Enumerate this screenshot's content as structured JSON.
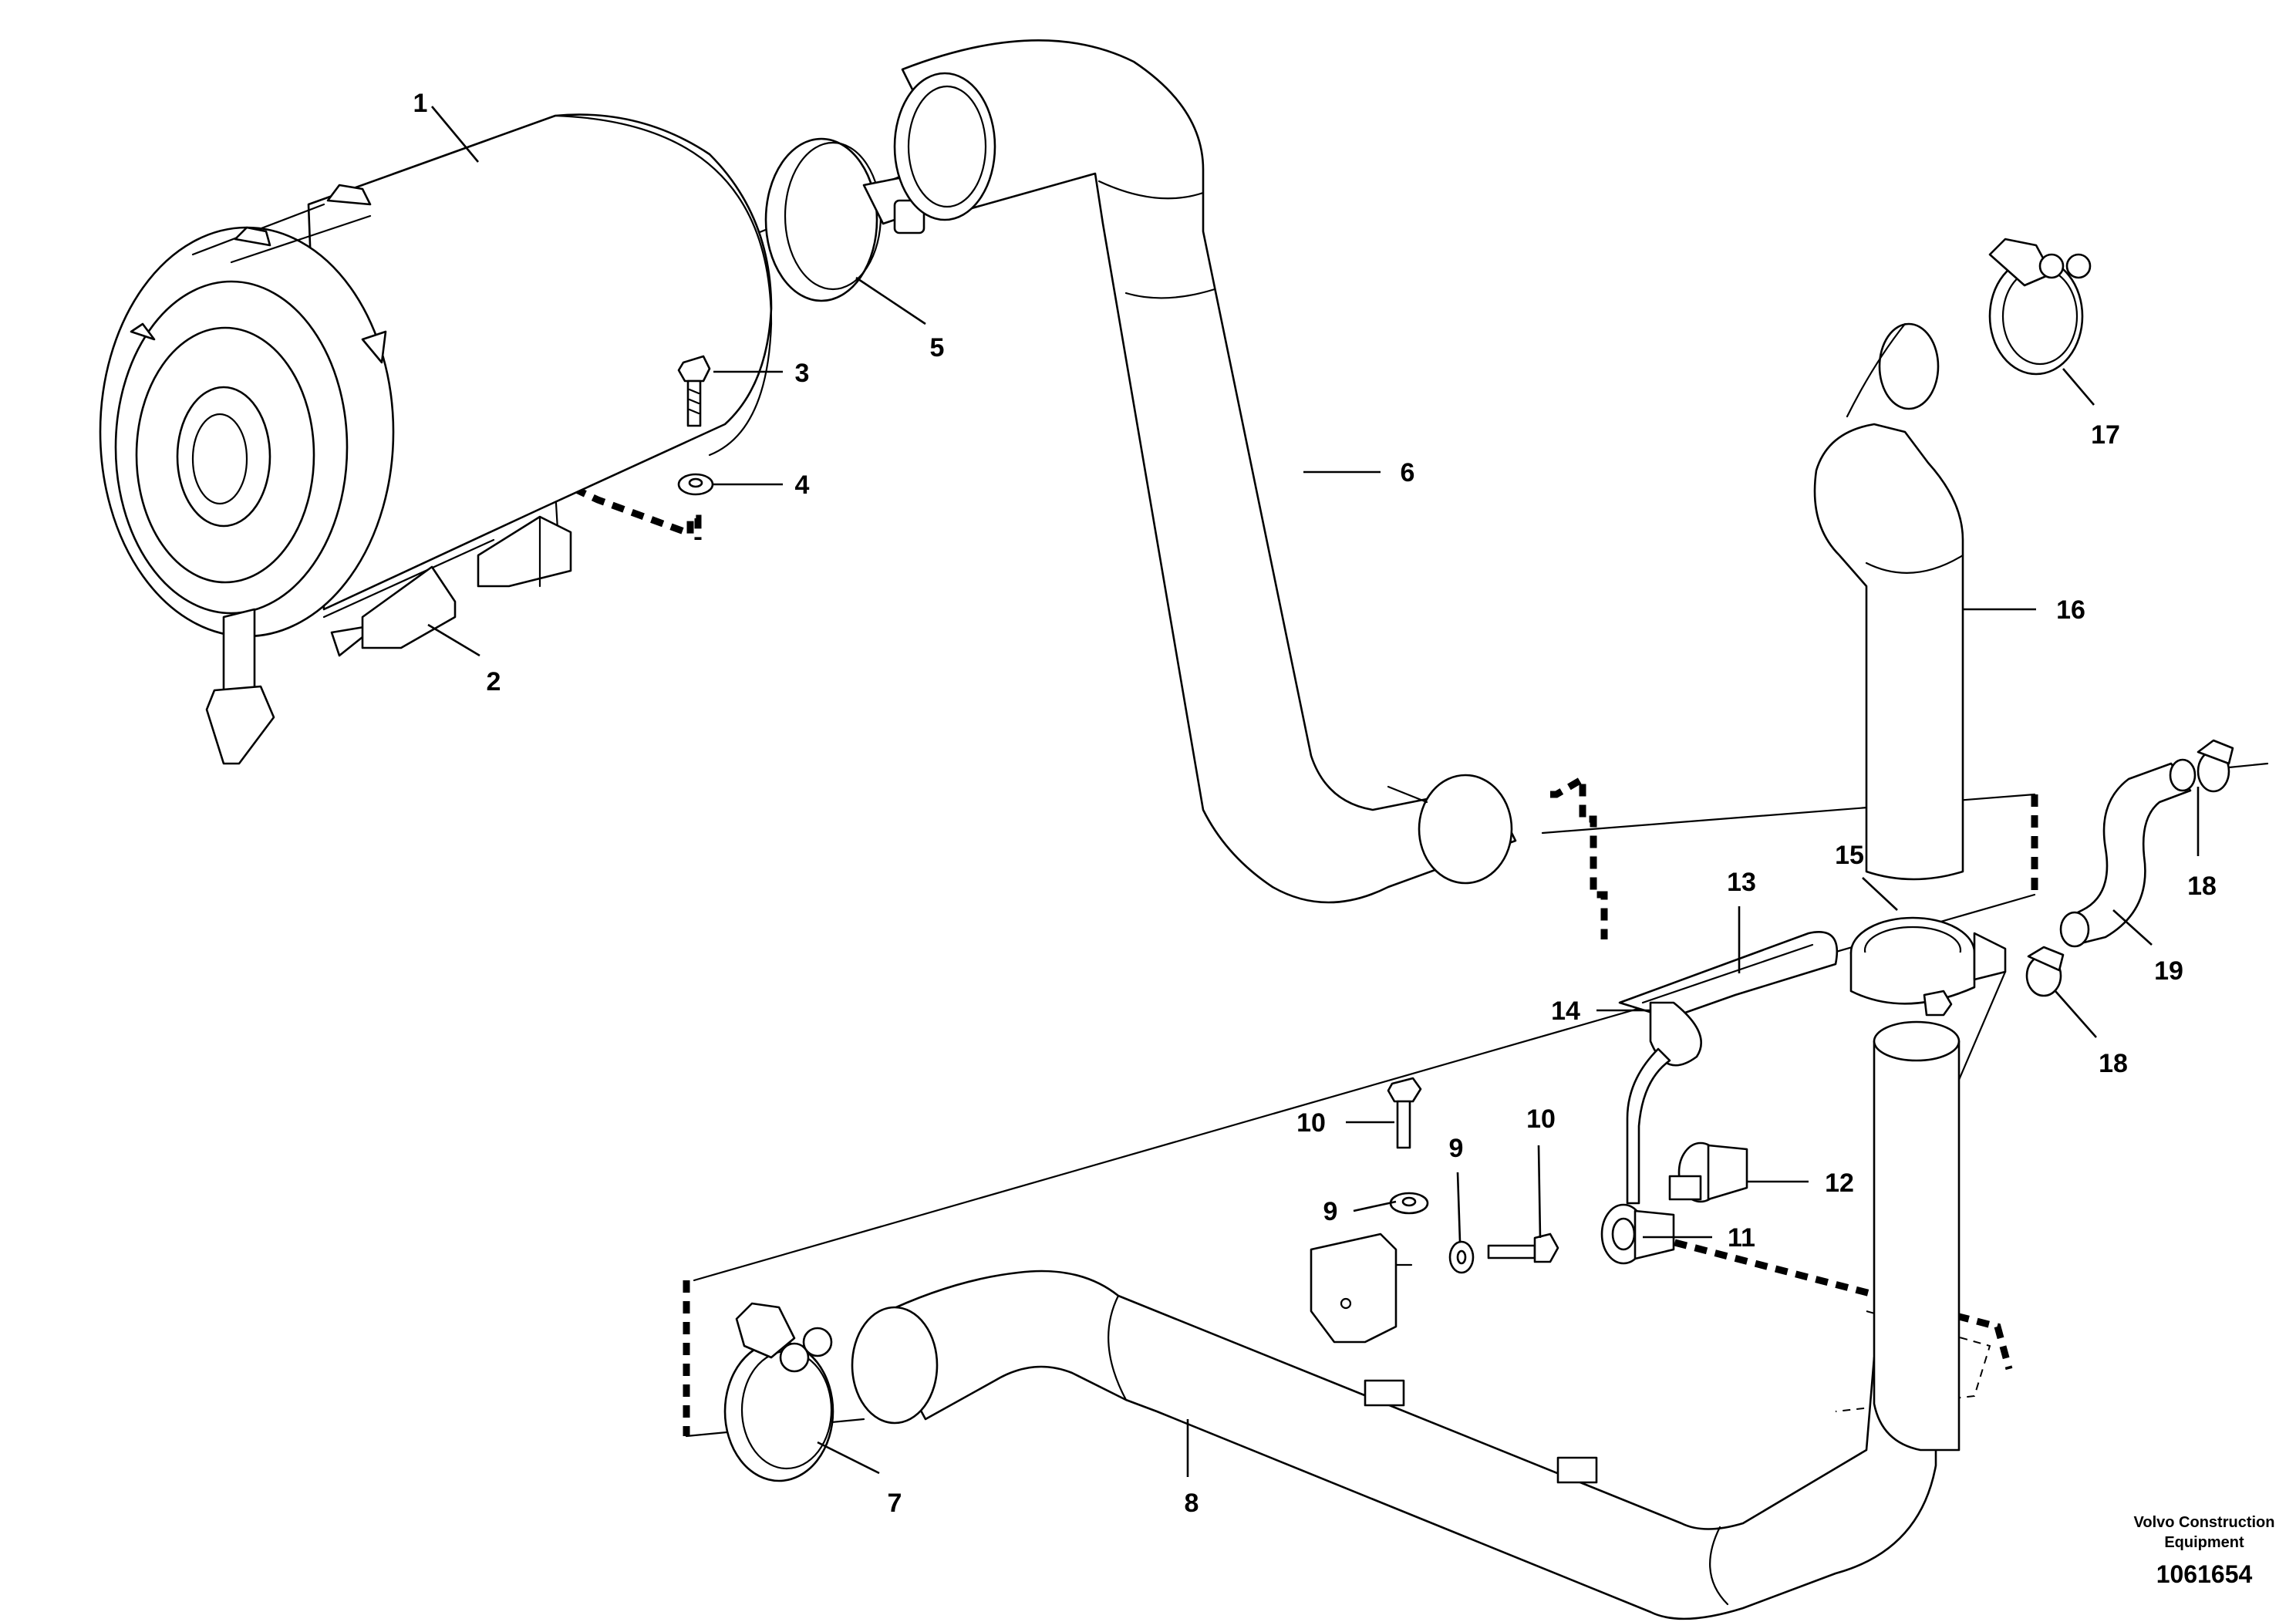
{
  "diagram": {
    "parts": [
      {
        "ref": "1",
        "label": "1",
        "name": "air-cleaner"
      },
      {
        "ref": "2",
        "label": "2",
        "name": "bracket"
      },
      {
        "ref": "3",
        "label": "3",
        "name": "flange-screw"
      },
      {
        "ref": "4",
        "label": "4",
        "name": "washer"
      },
      {
        "ref": "5",
        "label": "5",
        "name": "hose-clamp"
      },
      {
        "ref": "6",
        "label": "6",
        "name": "intake-pipe"
      },
      {
        "ref": "7",
        "label": "7",
        "name": "hose-clamp"
      },
      {
        "ref": "8",
        "label": "8",
        "name": "intake-pipe"
      },
      {
        "ref": "9a",
        "label": "9",
        "name": "washer"
      },
      {
        "ref": "9b",
        "label": "9",
        "name": "washer"
      },
      {
        "ref": "10a",
        "label": "10",
        "name": "flange-screw"
      },
      {
        "ref": "10b",
        "label": "10",
        "name": "flange-screw"
      },
      {
        "ref": "11",
        "label": "11",
        "name": "indicator"
      },
      {
        "ref": "12",
        "label": "12",
        "name": "indicator"
      },
      {
        "ref": "13",
        "label": "13",
        "name": "hose"
      },
      {
        "ref": "14",
        "label": "14",
        "name": "cable-tie"
      },
      {
        "ref": "15",
        "label": "15",
        "name": "hose-clamp"
      },
      {
        "ref": "16",
        "label": "16",
        "name": "intake-pipe"
      },
      {
        "ref": "17",
        "label": "17",
        "name": "hose-clamp"
      },
      {
        "ref": "18a",
        "label": "18",
        "name": "hose-clamp"
      },
      {
        "ref": "18b",
        "label": "18",
        "name": "hose-clamp"
      },
      {
        "ref": "19",
        "label": "19",
        "name": "hose"
      }
    ]
  },
  "footer": {
    "credit_line1": "Volvo Construction",
    "credit_line2": "Equipment",
    "doc_number": "1061654"
  }
}
